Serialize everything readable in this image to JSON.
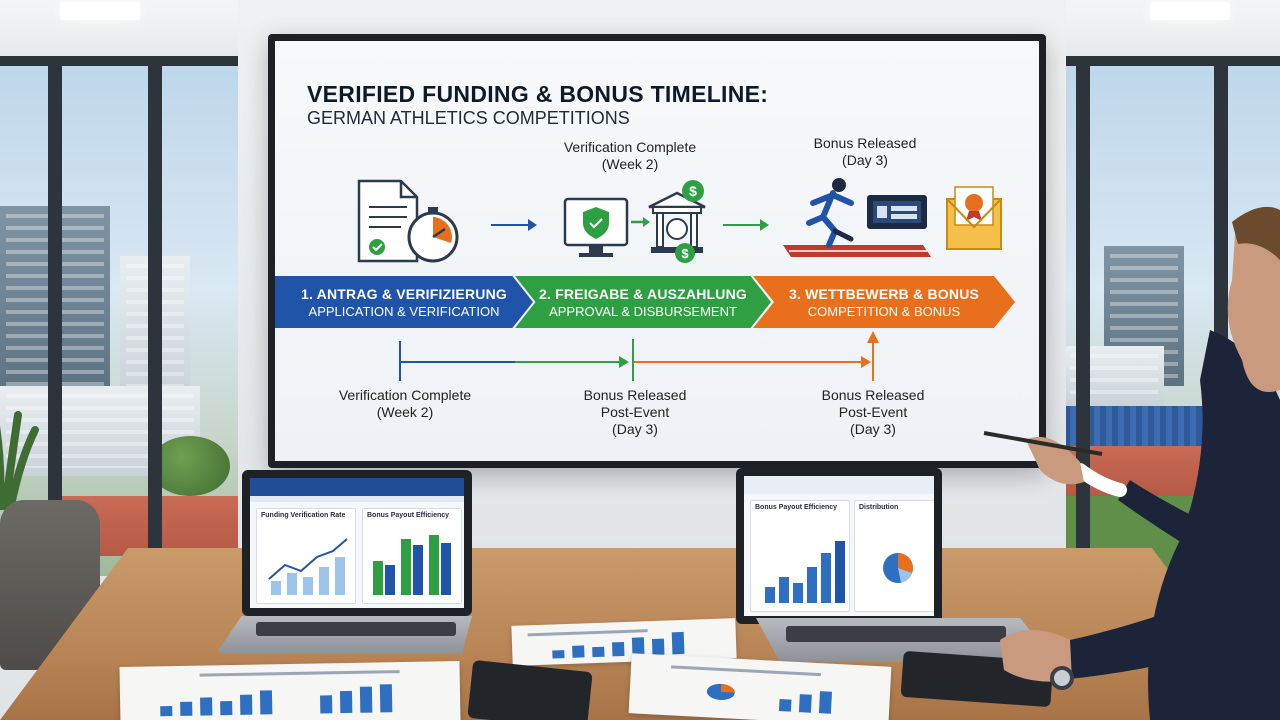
{
  "slide": {
    "title": "VERIFIED FUNDING & BONUS TIMELINE:",
    "subtitle": "GERMAN ATHLETICS COMPETITIONS",
    "top_captions": [
      {
        "line1": "Verification Complete",
        "line2": "(Week 2)"
      },
      {
        "line1": "Bonus Released",
        "line2": "(Day 3)"
      }
    ],
    "icons": {
      "stage1": [
        "document-icon",
        "stopwatch-icon"
      ],
      "stage2": [
        "monitor-shield-icon",
        "bank-icon",
        "dollar-coin-icon"
      ],
      "stage3": [
        "runner-icon",
        "scoreboard-icon",
        "award-envelope-icon"
      ]
    },
    "stages": [
      {
        "title": "1. ANTRAG & VERIFIZIERUNG",
        "subtitle": "APPLICATION & VERIFICATION",
        "color": "#1f54a8"
      },
      {
        "title": "2. FREIGABE & AUSZAHLUNG",
        "subtitle": "APPROVAL & DISBURSEMENT",
        "color": "#2ea043"
      },
      {
        "title": "3. WETTBEWERB & BONUS",
        "subtitle": "COMPETITION & BONUS",
        "color": "#e86f1c"
      }
    ],
    "bottom_captions": [
      {
        "line1": "Verification Complete",
        "line2": "(Week 2)"
      },
      {
        "line1": "Bonus Released",
        "line2": "Post-Event",
        "line3": "(Day 3)"
      },
      {
        "line1": "Bonus Released",
        "line2": "Post-Event",
        "line3": "(Day 3)"
      }
    ]
  },
  "laptops": {
    "left": {
      "panel1": "Funding Verification Rate",
      "panel2": "Bonus Payout Efficiency"
    },
    "right": {
      "panel1": "Bonus Payout Efficiency",
      "panel2": "Distribution"
    }
  }
}
